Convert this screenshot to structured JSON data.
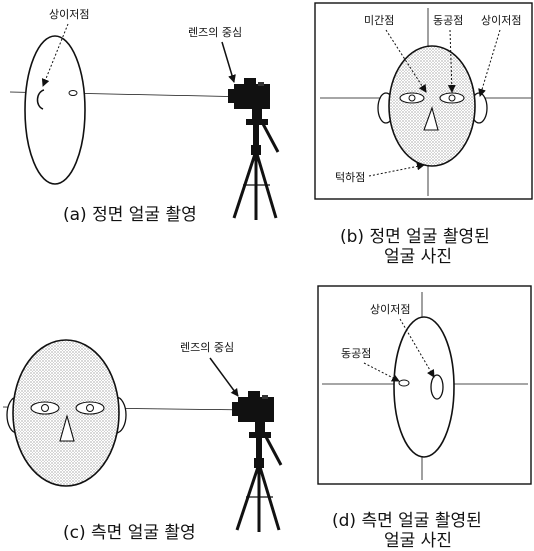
{
  "panels": {
    "a": {
      "caption": "(a) 정면 얼굴 촬영",
      "labels": {
        "ear_point": "상이저점",
        "lens_center": "렌즈의 중심"
      }
    },
    "b": {
      "caption_line1": "(b) 정면 얼굴 촬영된",
      "caption_line2": "얼굴 사진",
      "labels": {
        "glabella": "미간점",
        "pupil": "동공점",
        "ear_point": "상이저점",
        "chin": "턱하점"
      }
    },
    "c": {
      "caption": "(c) 측면 얼굴 촬영",
      "labels": {
        "lens_center": "렌즈의 중심"
      }
    },
    "d": {
      "caption_line1": "(d) 측면 얼굴 촬영된",
      "caption_line2": "얼굴 사진",
      "labels": {
        "ear_point": "상이저점",
        "pupil": "동공점"
      }
    }
  },
  "colors": {
    "line": "#111111",
    "stipple": "#9a9a9a"
  }
}
